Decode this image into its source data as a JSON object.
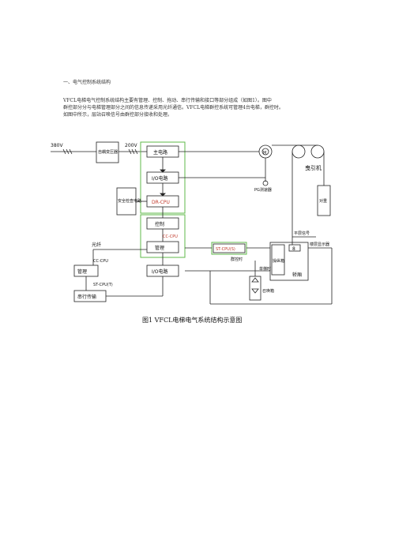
{
  "heading": "一、电气控制系统结构",
  "paragraph_lines": [
    "VFCL电梯电气控制系统结构主要有管理、控制、拖动、串行传输和接口等部分组成（如图1）。图中",
    "群控部分分与电梯管理部分之间的信息传递采用光纤通信。VFCL电梯群控系统可管理4台电梯，群控时。",
    "如图中所示，层站召唤信号由群控部分接收和处理。"
  ],
  "figure": {
    "labels": {
      "v380": "380V",
      "v200": "200V",
      "transformer": "自耦变压器",
      "main_circuit": "主电路",
      "io_circuit_top": "I/O电路",
      "drcpu": "DR-CPU",
      "safety": "安全检查电路",
      "control": "控制",
      "cccpu_box": "CC-CPU",
      "management": "管理",
      "io_circuit_bottom": "I/O电路",
      "stcpu_s": "ST-CPU(S)",
      "fiber": "光纤",
      "cccpu_left": "CC-CPU",
      "management_left": "管理",
      "stcpu_t": "ST-CPU(T)",
      "serial": "串行传输",
      "motor": "M",
      "pg": "PG测速器",
      "traction": "曳引机",
      "counterweight": "对重",
      "level_signal": "平层信号",
      "floor_display": "楼层显示器",
      "car_panel": "操纵箱",
      "car_panel_display": "8",
      "car": "轿厢",
      "single": "单梯时",
      "group": "群控时",
      "call_box": "召唤箱"
    },
    "caption": "图1  VFCL电梯电气系统结构示意图"
  }
}
